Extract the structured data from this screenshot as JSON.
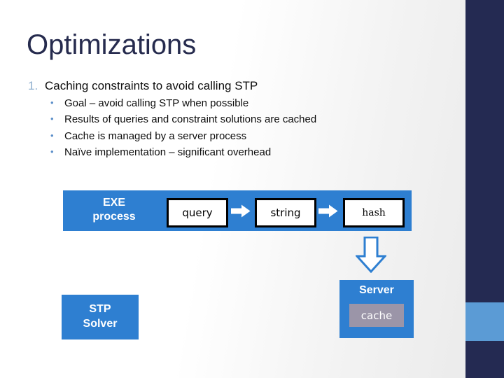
{
  "slide": {
    "title": "Optimizations",
    "theme": {
      "title_color": "#262B4E",
      "accent_blue": "#2E7FD1",
      "edge_navy": "#242A52",
      "edge_accent": "#5B9BD5",
      "bullet_blue": "#5B8FC9",
      "number_blue": "#8FAFCF",
      "cache_gray": "#9B95A8"
    }
  },
  "content": {
    "numbered": [
      {
        "number": "1.",
        "text": "Caching constraints to avoid calling STP",
        "sub": [
          {
            "bullet": "•",
            "text": "Goal – avoid calling STP when possible"
          },
          {
            "bullet": "•",
            "text": "Results of queries and constraint solutions are cached"
          },
          {
            "bullet": "•",
            "text": "Cache is managed by a server process"
          },
          {
            "bullet": "•",
            "text": "Naïve implementation – significant overhead"
          }
        ]
      }
    ]
  },
  "diagram": {
    "exe_process": {
      "label_line1": "EXE",
      "label_line2": "process",
      "steps": [
        {
          "label": "query"
        },
        {
          "label": "string"
        },
        {
          "label": "hash"
        }
      ],
      "connector": "→"
    },
    "flow_down": "⇓",
    "server": {
      "label": "Server",
      "cache_label": "cache"
    },
    "stp_solver": {
      "label_line1": "STP",
      "label_line2": "Solver"
    }
  }
}
